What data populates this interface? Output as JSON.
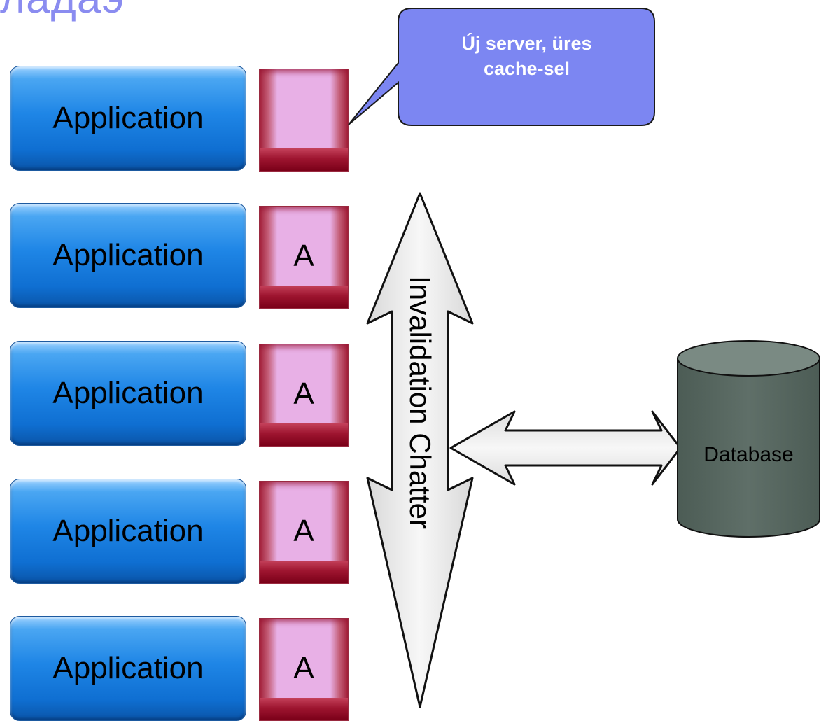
{
  "title_fragment": "ладаэ",
  "applications": [
    {
      "label": "Application",
      "cache": ""
    },
    {
      "label": "Application",
      "cache": "A"
    },
    {
      "label": "Application",
      "cache": "A"
    },
    {
      "label": "Application",
      "cache": "A"
    },
    {
      "label": "Application",
      "cache": "A"
    }
  ],
  "callout": {
    "line1": "Új server, üres",
    "line2": "cache-sel"
  },
  "chatter_label": "Invalidation Chatter",
  "database_label": "Database",
  "colors": {
    "application": "#1f86e6",
    "cache": "#e8b0e6",
    "callout": "#7c86f2",
    "database": "#5a6a62",
    "arrow": "#f4f4f4"
  }
}
